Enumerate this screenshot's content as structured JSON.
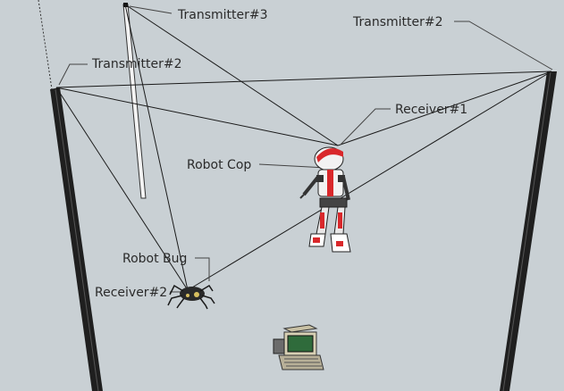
{
  "labels": {
    "transmitter_3": "Transmitter#3",
    "transmitter_2_left": "Transmitter#2",
    "transmitter_2_right": "Transmitter#2",
    "receiver_1": "Receiver#1",
    "robot_cop": "Robot Cop",
    "robot_bug": "Robot Bug",
    "receiver_2": "Receiver#2"
  },
  "icons": {
    "left_pole": "pole",
    "right_pole": "pole",
    "center_pole": "pole",
    "robot_cop": "humanoid-robot",
    "robot_bug": "spider-robot",
    "computer": "computer-terminal"
  },
  "colors": {
    "background": "#c9d0d4",
    "signal_line": "#1a1a1a",
    "robot_accent": "#d9282b",
    "robot_body": "#f2f2f2",
    "screen": "#2f6b3b"
  }
}
